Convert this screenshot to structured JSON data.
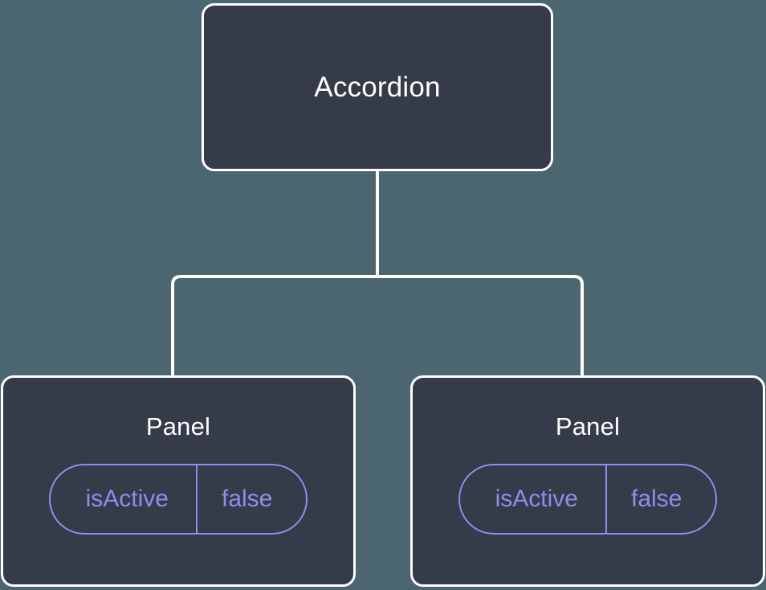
{
  "diagram": {
    "type": "component-tree",
    "background_color": "#4c6671",
    "node_fill_color": "#353b49",
    "node_border_color": "#ffffff",
    "connector_color": "#ffffff",
    "prop_accent_color": "#8b8feb",
    "root": {
      "label": "Accordion"
    },
    "children": [
      {
        "label": "Panel",
        "props": [
          {
            "key": "isActive",
            "value": "false"
          }
        ]
      },
      {
        "label": "Panel",
        "props": [
          {
            "key": "isActive",
            "value": "false"
          }
        ]
      }
    ]
  }
}
